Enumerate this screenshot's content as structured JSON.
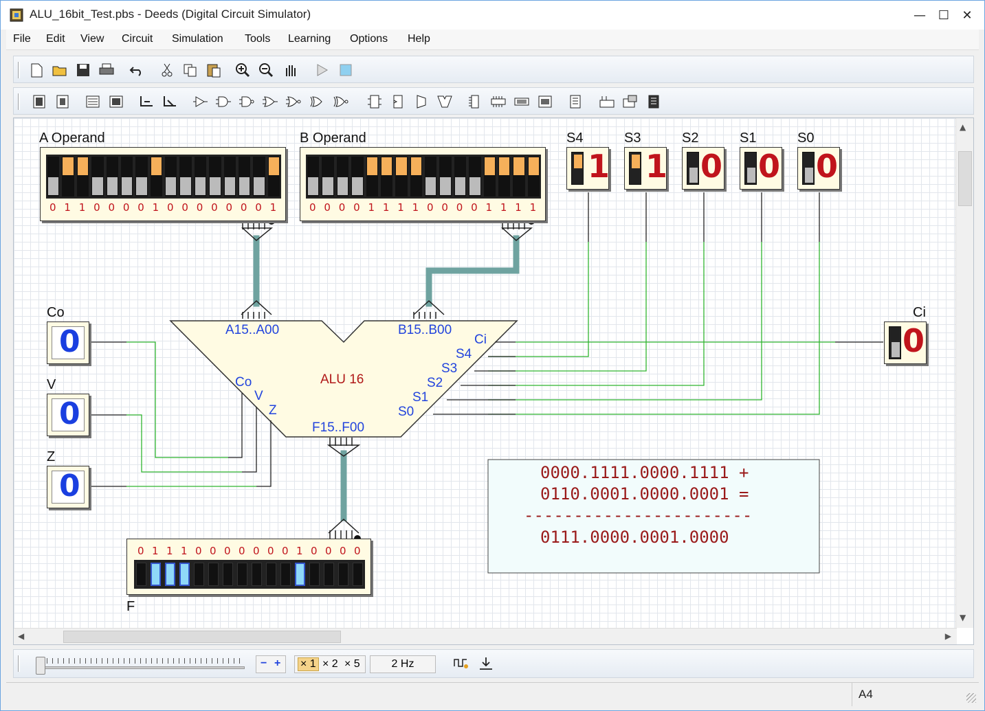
{
  "window": {
    "title": "ALU_16bit_Test.pbs - Deeds (Digital Circuit Simulator)"
  },
  "menu": [
    "File",
    "Edit",
    "View",
    "Circuit",
    "Simulation",
    "Tools",
    "Learning",
    "Options",
    "Help"
  ],
  "circuit": {
    "a_operand": {
      "label": "A Operand",
      "bits": "0110000100000001"
    },
    "b_operand": {
      "label": "B Operand",
      "bits": "0000111100001111"
    },
    "selects": [
      {
        "label": "S4",
        "value": "1"
      },
      {
        "label": "S3",
        "value": "1"
      },
      {
        "label": "S2",
        "value": "0"
      },
      {
        "label": "S1",
        "value": "0"
      },
      {
        "label": "S0",
        "value": "0"
      }
    ],
    "ci": {
      "label": "Ci",
      "value": "0"
    },
    "outputs_flags": [
      {
        "label": "Co",
        "value": "0"
      },
      {
        "label": "V",
        "value": "0"
      },
      {
        "label": "Z",
        "value": "0"
      }
    ],
    "alu": {
      "title": "ALU 16",
      "pin_a": "A15..A00",
      "pin_b": "B15..B00",
      "pin_f": "F15..F00",
      "pin_ci": "Ci",
      "pins_s": [
        "S4",
        "S3",
        "S2",
        "S1",
        "S0"
      ],
      "pins_out": [
        "Co",
        "V",
        "Z"
      ]
    },
    "f_output": {
      "label": "F",
      "bits": "0111000000010000"
    },
    "note": {
      "line1": "0000.1111.0000.1111 +",
      "line2": "0110.0001.0000.0001 =",
      "line3": "-----------------------",
      "line4": "0111.0000.0001.0000"
    }
  },
  "bottom": {
    "minus": "−",
    "plus": "+",
    "zoom": [
      "× 1",
      "× 2",
      "× 5"
    ],
    "frequency": "2 Hz"
  },
  "status": {
    "page": "A4"
  },
  "colors": {
    "bus": "#6fa3a0",
    "wire_green": "#2fb52f",
    "bit_on": "#f6b05a",
    "led_on": "#8fd8f8",
    "digit_red": "#c0141c",
    "digit_blue": "#1a3fe0"
  }
}
